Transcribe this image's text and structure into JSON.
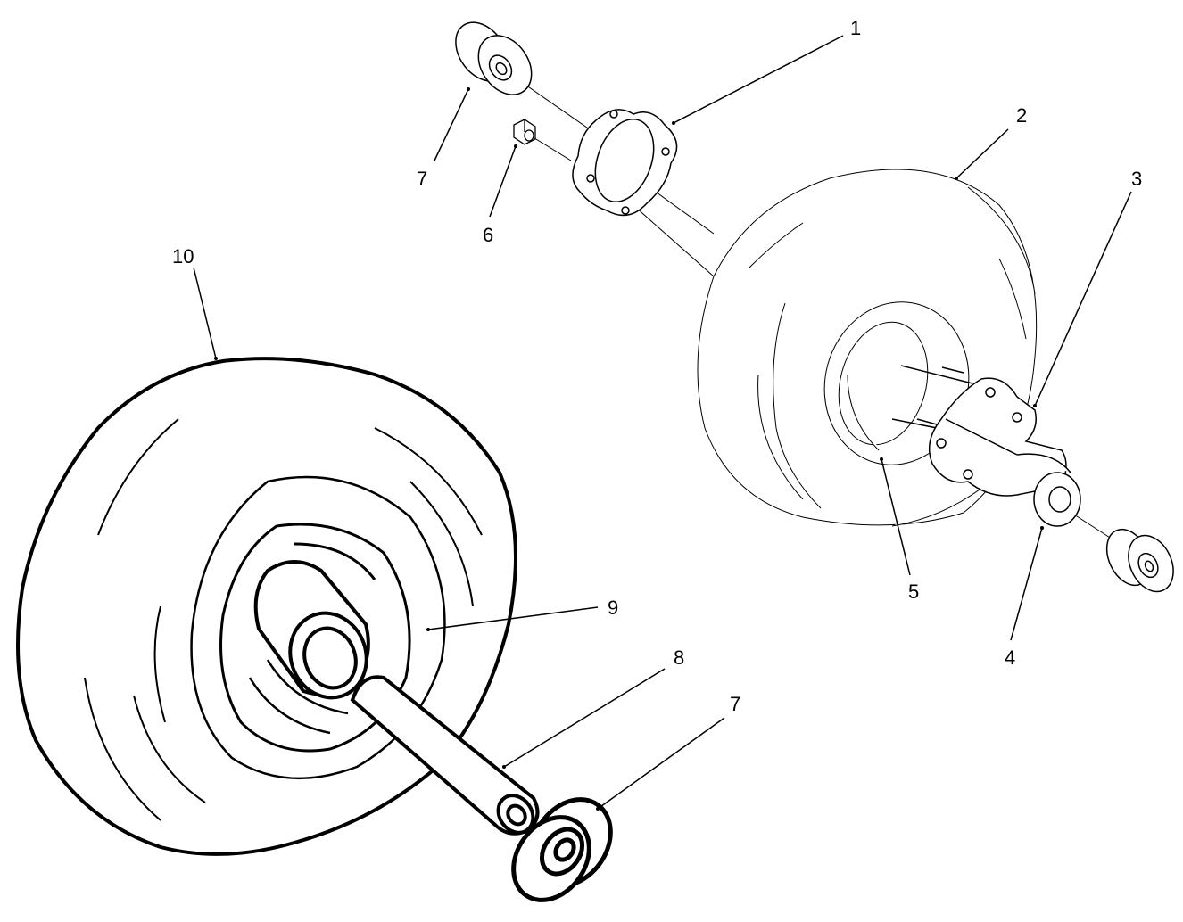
{
  "callouts": {
    "c1": "1",
    "c2": "2",
    "c3": "3",
    "c4": "4",
    "c5": "5",
    "c6": "6",
    "c7_top": "7",
    "c7_bottom": "7",
    "c8": "8",
    "c9": "9",
    "c10": "10"
  },
  "colors": {
    "line": "#000000",
    "background": "#ffffff"
  }
}
